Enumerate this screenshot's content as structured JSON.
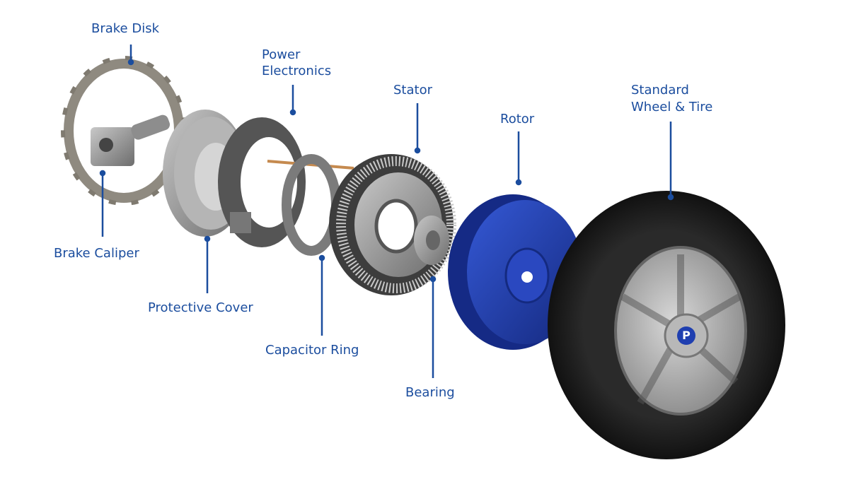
{
  "title": "In-wheel motor exploded view",
  "colors": {
    "label": "#1b4d9e",
    "rotor": "#1f3fb0",
    "tire": "#1c1c1c",
    "metal": "#9a9a9a"
  },
  "labels": {
    "brake_disk": "Brake Disk",
    "power_electronics_1": "Power",
    "power_electronics_2": "Electronics",
    "stator": "Stator",
    "rotor": "Rotor",
    "wheel_1": "Standard",
    "wheel_2": "Wheel & Tire",
    "brake_caliper": "Brake Caliper",
    "protective_cover": "Protective Cover",
    "capacitor_ring": "Capacitor Ring",
    "bearing": "Bearing"
  },
  "logo_letter": "P"
}
